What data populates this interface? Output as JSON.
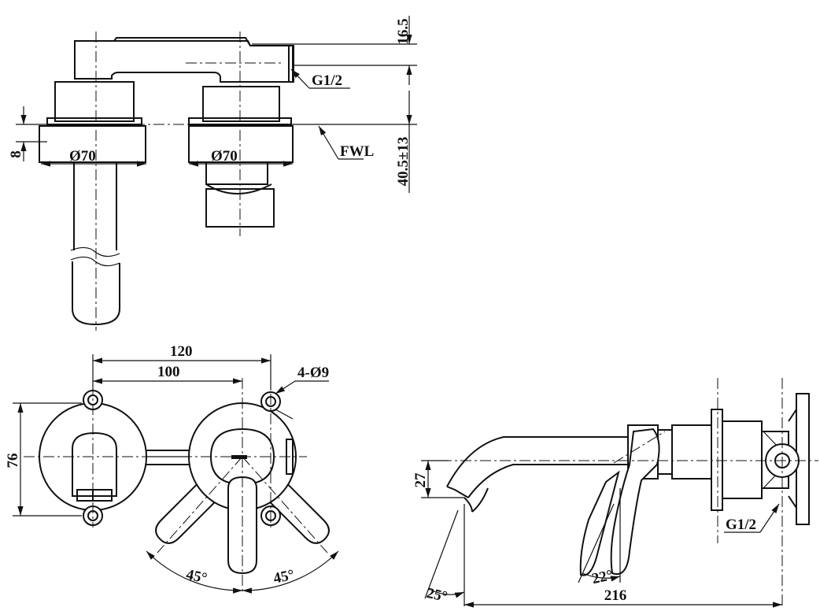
{
  "top_view": {
    "dim_height_top": "16.5",
    "thread_label": "G1/2",
    "dim_flange_left": "Ø70",
    "dim_flange_right": "Ø70",
    "dim_thickness": "8",
    "fwl_label": "FWL",
    "dim_adjust": "40.5±13"
  },
  "front_view": {
    "dim_outer_spacing": "120",
    "dim_center_spacing": "100",
    "hole_callout": "4-Ø9",
    "dim_height": "76",
    "angle_left": "45°",
    "angle_right": "45°"
  },
  "side_view": {
    "dim_outlet": "27",
    "angle_spout": "25°",
    "angle_handle": "22°",
    "dim_projection": "216",
    "thread_label": "G1/2"
  }
}
